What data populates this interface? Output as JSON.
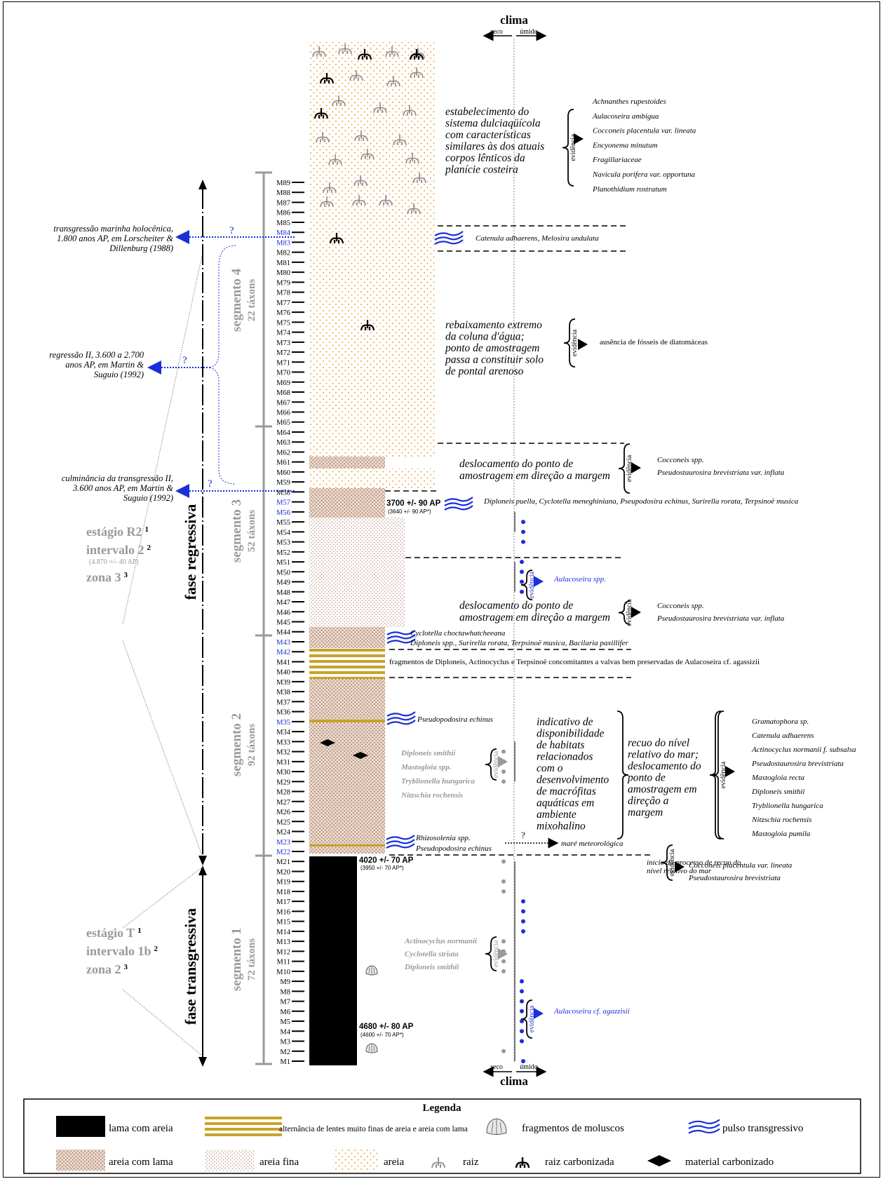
{
  "header": {
    "clima": "clima",
    "seco": "seco",
    "umido": "úmido"
  },
  "footer": {
    "clima": "clima",
    "seco": "seco",
    "umido": "úmido"
  },
  "samples": [
    "M1",
    "M2",
    "M3",
    "M4",
    "M5",
    "M6",
    "M7",
    "M8",
    "M9",
    "M10",
    "M11",
    "M12",
    "M13",
    "M14",
    "M15",
    "M16",
    "M17",
    "M18",
    "M19",
    "M20",
    "M21",
    "M22",
    "M23",
    "M24",
    "M25",
    "M26",
    "M27",
    "M28",
    "M29",
    "M30",
    "M31",
    "M32",
    "M33",
    "M34",
    "M35",
    "M36",
    "M37",
    "M38",
    "M39",
    "M40",
    "M41",
    "M42",
    "M43",
    "M44",
    "M45",
    "M46",
    "M47",
    "M48",
    "M49",
    "M50",
    "M51",
    "M52",
    "M53",
    "M54",
    "M55",
    "M56",
    "M57",
    "M58",
    "M59",
    "M60",
    "M61",
    "M62",
    "M63",
    "M64",
    "M65",
    "M66",
    "M67",
    "M68",
    "M69",
    "M70",
    "M71",
    "M72",
    "M73",
    "M74",
    "M75",
    "M76",
    "M77",
    "M78",
    "M79",
    "M80",
    "M81",
    "M82",
    "M83",
    "M84",
    "M85",
    "M86",
    "M87",
    "M88",
    "M89"
  ],
  "highlighted_samples": [
    "M22",
    "M23",
    "M35",
    "M42",
    "M43",
    "M56",
    "M57",
    "M83",
    "M84"
  ],
  "segments": [
    {
      "name": "segmento 1",
      "taxa": "72 táxons"
    },
    {
      "name": "segmento 2",
      "taxa": "92 táxons"
    },
    {
      "name": "segmento 3",
      "taxa": "52 táxons"
    },
    {
      "name": "segmento 4",
      "taxa": "22 táxons"
    }
  ],
  "phases": {
    "regressiva": "fase regressiva",
    "transgressiva": "fase transgressiva"
  },
  "stage_upper": {
    "estagio": "estágio R2",
    "estagio_sup": "1",
    "intervalo": "intervalo  2",
    "intervalo_sup": "2",
    "intervalo_age": "(4.870 =/- 40 AP)",
    "zona": "zona 3",
    "zona_sup": "3"
  },
  "stage_lower": {
    "estagio": "estágio T",
    "estagio_sup": "1",
    "intervalo": "intervalo  1b",
    "intervalo_sup": "2",
    "zona": "zona 2",
    "zona_sup": "3"
  },
  "events": {
    "holocene": [
      "transgressão marinha holocênica,",
      "1.800 anos AP, em Lorscheiter &",
      "Dillenburg (1988)"
    ],
    "regression": [
      "regressão II, 3.600 a 2.700",
      "anos AP, em Martin &",
      "Suguio (1992)"
    ],
    "culmination": [
      "culminância da transgressão II,",
      "3.600 anos AP, em Martin &",
      "Suguio (1992)"
    ],
    "question": "?"
  },
  "dates": [
    {
      "main": "3700 +/- 90 AP",
      "sub": "(3640 +/- 90 AP*)"
    },
    {
      "main": "4020 +/- 70 AP",
      "sub": "(3950 +/- 70 AP*)"
    },
    {
      "main": "4680 +/- 80 AP",
      "sub": "(4600 +/- 70 AP*)"
    }
  ],
  "interpretations": {
    "seg4_top": [
      "estabelecimento do",
      "sistema dulciaqüícola",
      "com características",
      "similares às dos atuais",
      "corpos lênticos da",
      "planície costeira"
    ],
    "seg4_mid": [
      "rebaixamento extremo",
      "da coluna d'água;",
      "ponto de amostragem",
      "passa a constituir solo",
      "de pontal arenoso"
    ],
    "displacement_a": [
      "deslocamento do ponto de",
      "amostragem em direção a margem"
    ],
    "displacement_b": [
      "deslocamento do ponto de",
      "amostragem em direção a margem"
    ],
    "habitat": [
      "indicativo de",
      "disponibilidade",
      "de habitats",
      "relacionados",
      "com o",
      "desenvolvimento",
      "de macrófitas",
      "aquáticas em",
      "ambiente",
      "mixohalino"
    ],
    "recuo": [
      "recuo do nível",
      "relativo do mar;",
      "deslocamento do",
      "ponto de",
      "amostragem em",
      "direção a",
      "margem"
    ],
    "inicio": [
      "início do processo de recuo do",
      "nível relativo do mar"
    ],
    "mare": "maré meteorológica",
    "fragmentos": "fragmentos de Diploneis, Actinocyclus e Terpsinoë concomitantes a valvas bem preservadas de Aulacoseira cf. agassizii",
    "evidencia": "evidência"
  },
  "taxa_lists": {
    "top": [
      "Achnanthes rupestoides",
      "Aulacoseira ambigua",
      "Cocconeis placentula var. lineata",
      "Encyonema minutum",
      "Fragillariaceae",
      "Navicula porifera var. opportuna",
      "Planothidium rostratum"
    ],
    "absence": "ausência de fósseis de diatomáceas",
    "cocconeis_a": [
      "Cocconeis spp.",
      "Pseudostaurosira brevistriata var. inflata"
    ],
    "cocconeis_b": [
      "Cocconeis spp.",
      "Pseudostaurosira brevistriata var. inflata"
    ],
    "recuo": [
      "Gramatophora sp.",
      "Catenula adhaerens",
      "Actinocyclus normanii f. subsalsa",
      "Pseudostaurosira brevistriata",
      "Mastogloia recta",
      "Diploneis smithii",
      "Tryblionella hungarica",
      "Nitzschia rochensis",
      "Mastogloia pumila"
    ],
    "inicio": [
      "Cocconeis placentula var. lineata",
      "Pseudostaurosira brevistriata"
    ],
    "gray_seg2": [
      "Diploneis smithii",
      "Mastogloia spp.",
      "Tryblionella hungarica",
      "Nitzschia rochensis"
    ],
    "gray_seg1": [
      "Actinocyclus normanii",
      "Cyclotella striata",
      "Diploneis smithii"
    ],
    "aulacoseira_spp": "Aulacoseira spp.",
    "aulacoseira_agazz": "Aulacoseira cf. agazzisii"
  },
  "pulses": {
    "m84": "Catenula adhaerens, Melosira undulata",
    "m57": "Diploneis puella, Cyclotella meneghiniana, Pseupodosira echinus, Surirella rorata, Terpsinoë musica",
    "m43a": "Cyclotella choctawhatcheeana",
    "m43b": "Diploneis spp., Surirella rorata, Terpsinoë musica, Bacilaria paxillifer",
    "m35": "Pseudopodosira echinus",
    "m23a": "Rhizosolenia spp.",
    "m23b": "Pseudopodosira echinus"
  },
  "legend": {
    "title": "Legenda",
    "items": [
      "lama com areia",
      "alternância de lentes muito finas de areia e areia com lama",
      "fragmentos de moluscos",
      "pulso transgressivo",
      "areia com lama",
      "areia fina",
      "areia",
      "raiz",
      "raiz carbonizada",
      "material carbonizado"
    ]
  },
  "colors": {
    "sand": "#f4b060",
    "mudsand": "#c89a82",
    "finesand": "#c8a898",
    "gold": "#c9a22a",
    "blue": "#1a2fd8",
    "gray": "#999999"
  }
}
